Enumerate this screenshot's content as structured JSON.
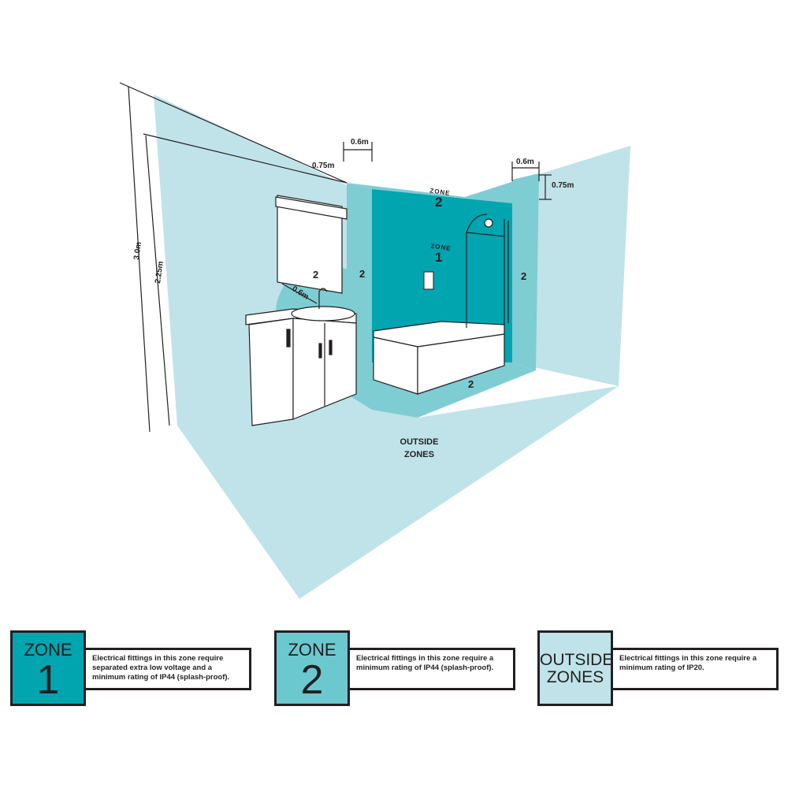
{
  "diagram": {
    "dimensions": {
      "total_height": "3.0m",
      "zone_height": "2.25m",
      "offset_left": "0.75m",
      "offset_top_left": "0.6m",
      "offset_top_right": "0.6m",
      "offset_right": "0.75m",
      "basin_radius": "0.6m"
    },
    "labels": {
      "zone_word": "ZONE",
      "zone1_number": "1",
      "zone2_number": "2",
      "outside_line1": "OUTSIDE",
      "outside_line2": "ZONES"
    }
  },
  "legend": [
    {
      "title_line1": "ZONE",
      "title_line2": "1",
      "description": "Electrical fittings in this zone require separated extra low voltage and a minimum rating of IP44 (splash-proof).",
      "color": "#00a5b0"
    },
    {
      "title_line1": "ZONE",
      "title_line2": "2",
      "description": "Electrical fittings in this zone require a minimum rating of IP44 (splash-proof).",
      "color": "#6cc8cf"
    },
    {
      "title_line1": "OUTSIDE",
      "title_line2": "ZONES",
      "description": "Electrical fittings in this zone require a minimum rating of IP20.",
      "color": "#bfe3e8"
    }
  ]
}
